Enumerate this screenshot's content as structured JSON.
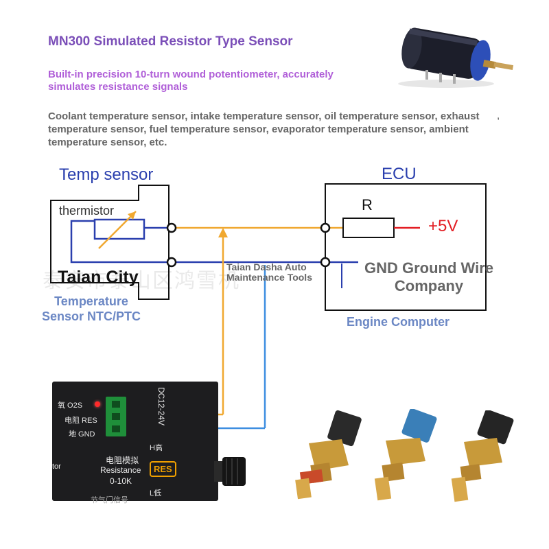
{
  "header": {
    "title": "MN300 Simulated Resistor Type Sensor",
    "subtitle": "Built-in precision 10-turn wound potentiometer, accurately simulates resistance signals",
    "description": "Coolant temperature sensor, intake temperature sensor, oil temperature sensor, exhaust temperature sensor, fuel temperature sensor, evaporator temperature sensor, ambient temperature sensor, etc.",
    "description_tail": ","
  },
  "watermark": "泰安市泰山区鸿雪机",
  "diagram": {
    "temp_sensor_title": "Temp sensor",
    "ecu_title": "ECU",
    "thermistor_label": "thermistor",
    "resistor_label": "R",
    "voltage_label": "+5V",
    "city_label": "Taian City",
    "tools_label": "Taian Dasha Auto Maintenance Tools",
    "gnd_label": "GND Ground Wire Company",
    "sensor_caption": "Temperature Sensor NTC/PTC",
    "engine_caption": "Engine Computer"
  },
  "device": {
    "o2s_label": "氧 O2S",
    "res_label": "电阻 RES",
    "gnd_label": "地 GND",
    "power_label": "DC12-24V",
    "sim_label_cn": "电阻模拟",
    "sim_label_en": "Resistance",
    "sim_range": "0-10K",
    "high_label": "H高",
    "low_label": "L低",
    "knob_label": "RES",
    "side_label": "tor",
    "bottom_label": "节气门信号"
  },
  "colors": {
    "title": "#7b4fb8",
    "subtitle": "#b05fd8",
    "wire_signal": "#f0a830",
    "wire_ground": "#2a3fae",
    "wire_blue": "#3d8ee0",
    "voltage": "#e31e24"
  }
}
